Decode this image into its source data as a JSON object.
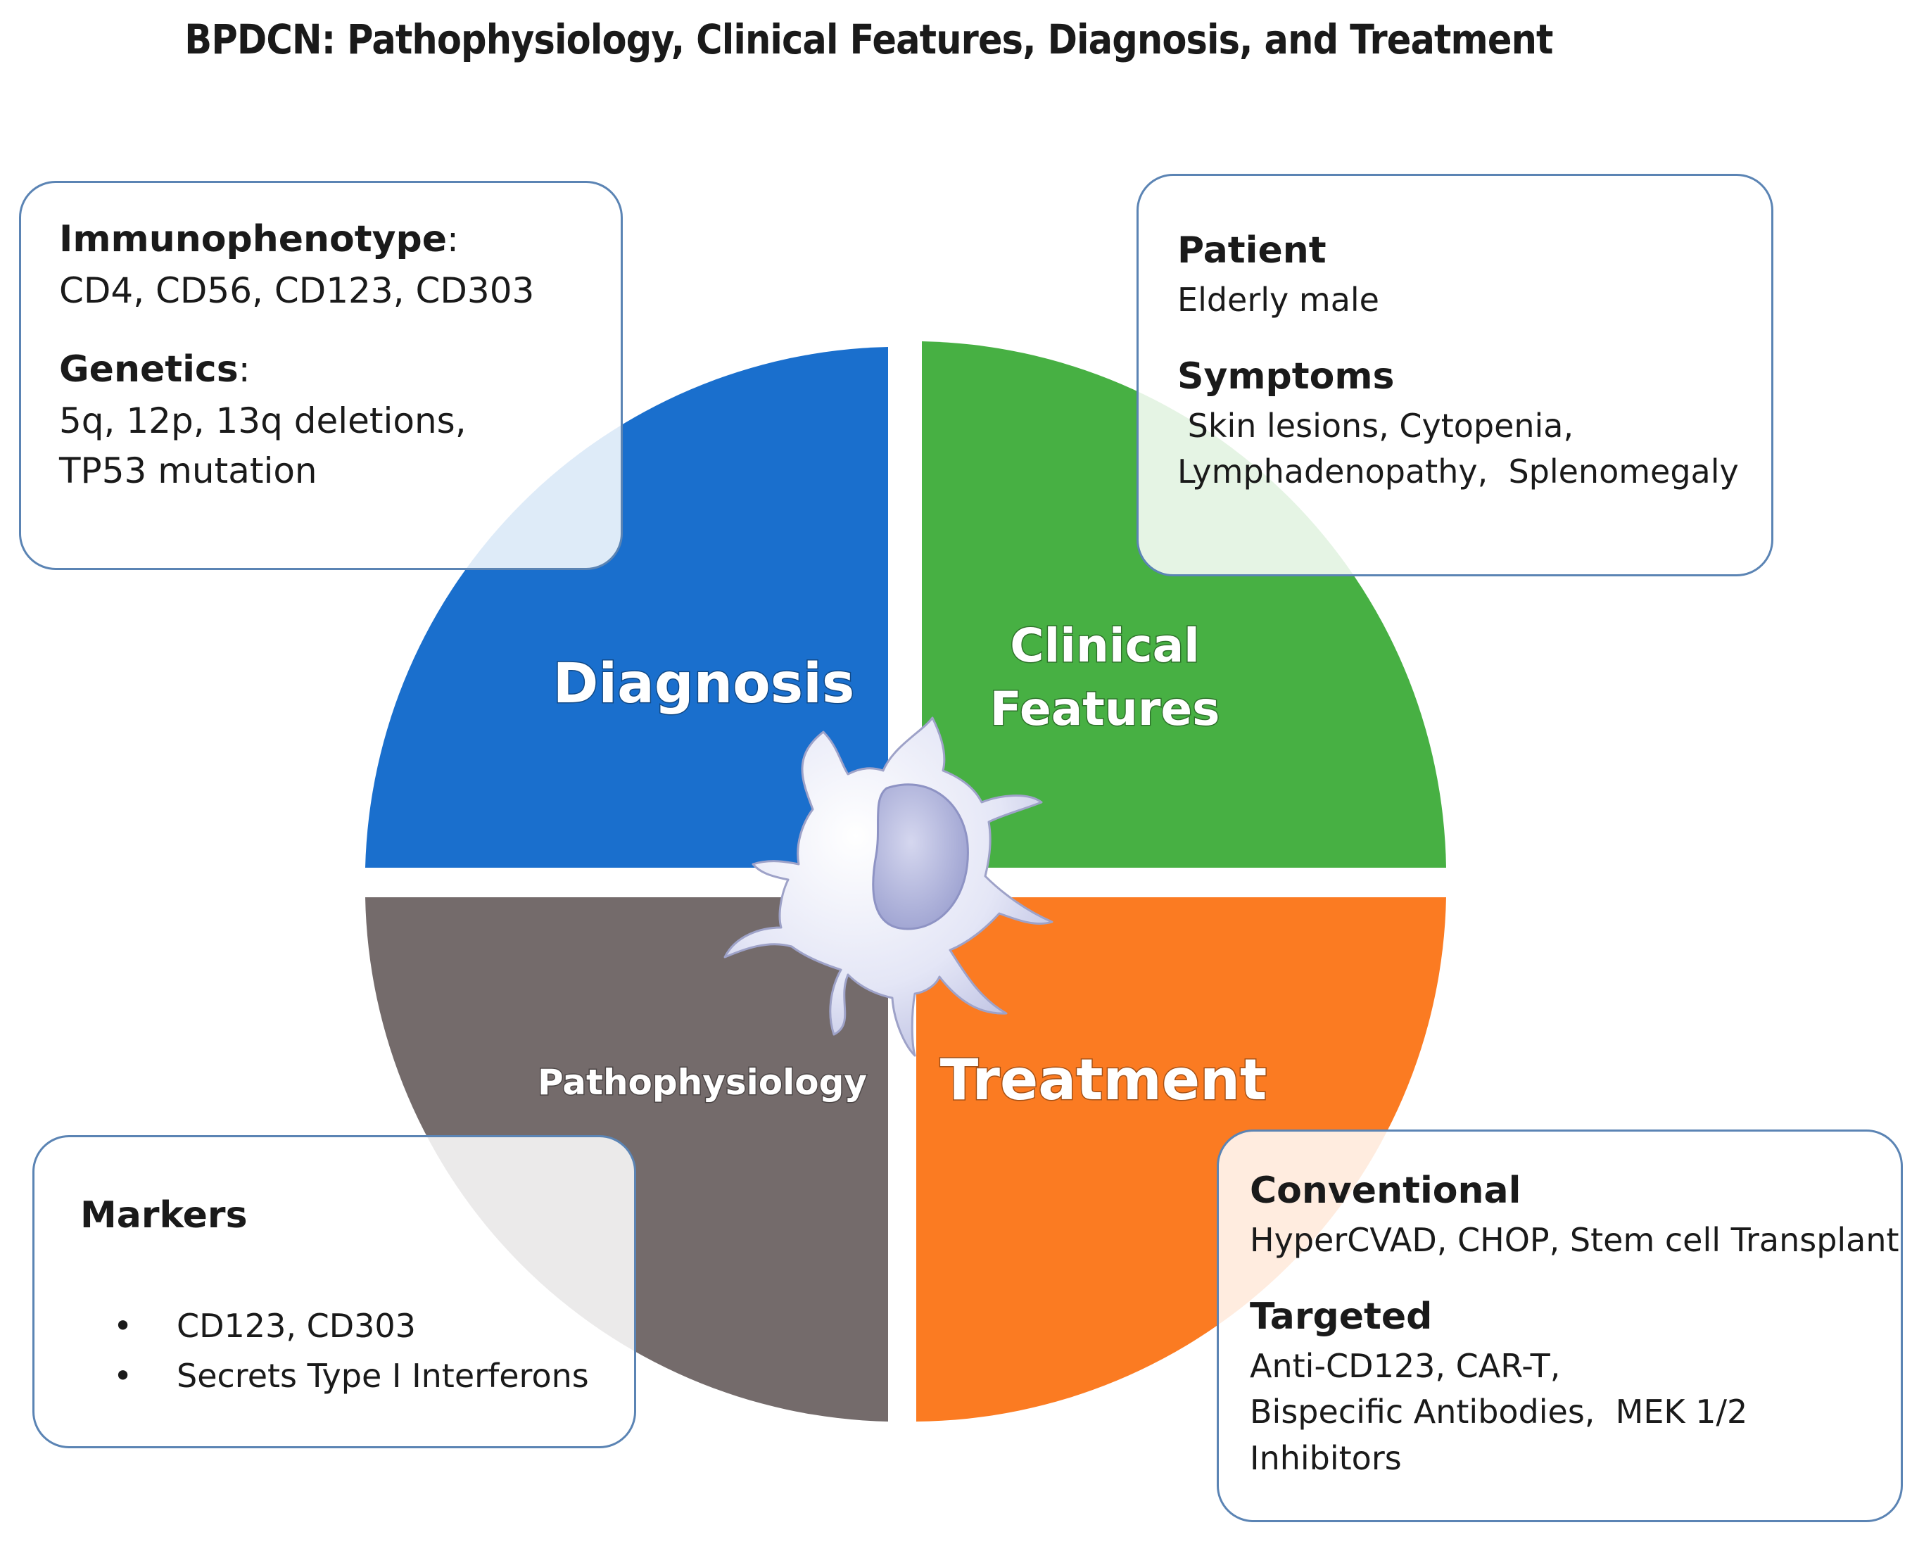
{
  "title": "BPDCN: Pathophysiology, Clinical Features, Diagnosis, and Treatment",
  "quadrants": {
    "diagnosis": {
      "label": "Diagnosis",
      "color": "#1a6fcd"
    },
    "clinical": {
      "label_line1": "Clinical",
      "label_line2": "Features",
      "color": "#47b043"
    },
    "pathophysiology": {
      "label": "Pathophysiology",
      "color": "#746b6b"
    },
    "treatment": {
      "label": "Treatment",
      "color": "#fb7b22"
    }
  },
  "cards": {
    "diagnosis": {
      "immunophenotype_heading": "Immunophenotype",
      "immunophenotype_colon": ":",
      "immunophenotype_text": "CD4, CD56, CD123, CD303",
      "genetics_heading": "Genetics",
      "genetics_colon": ":",
      "genetics_text": "5q, 12p, 13q deletions,\nTP53 mutation"
    },
    "clinical": {
      "patient_heading": "Patient",
      "patient_text": "Elderly male",
      "symptoms_heading": "Symptoms",
      "symptoms_text": " Skin lesions, Cytopenia,\nLymphadenopathy,  Splenomegaly"
    },
    "pathophysiology": {
      "markers_heading": "Markers",
      "markers": [
        "CD123, CD303",
        "Secrets Type I Interferons"
      ]
    },
    "treatment": {
      "conventional_heading": "Conventional",
      "conventional_text": "HyperCVAD, CHOP, Stem cell Transplant",
      "targeted_heading": "Targeted",
      "targeted_text": "Anti-CD123, CAR-T,\nBispecific Antibodies,  MEK 1/2\nInhibitors"
    }
  },
  "border_color": "#5b84b4",
  "center_icon": "dendritic-cell-icon"
}
